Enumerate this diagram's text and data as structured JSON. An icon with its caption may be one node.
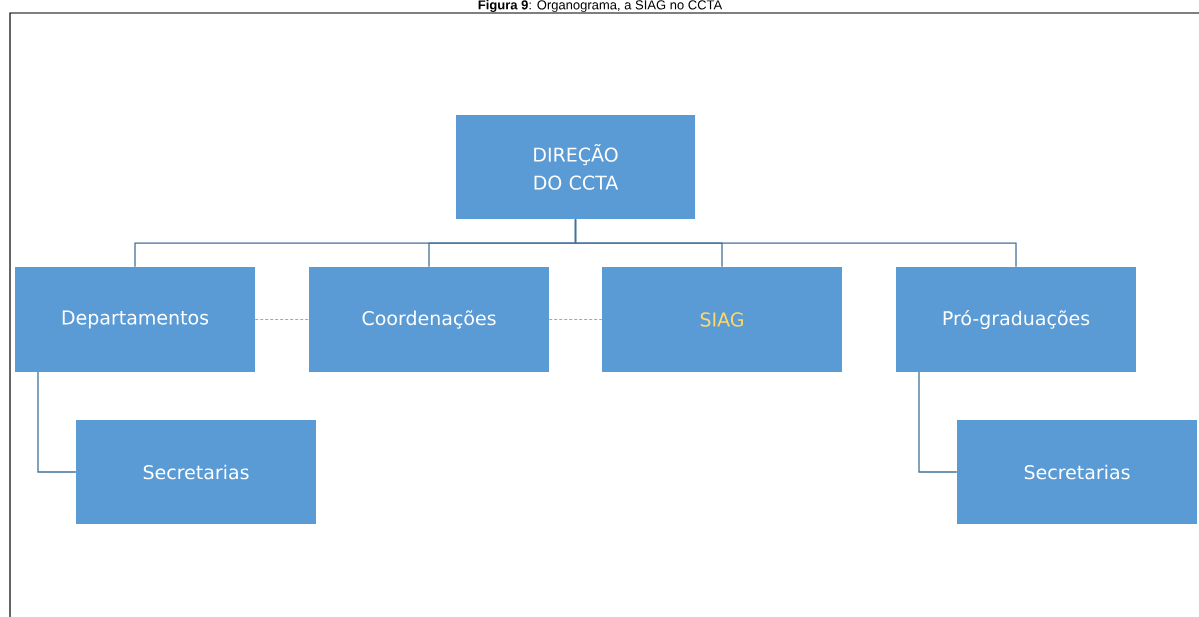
{
  "diagram": {
    "title": "**Figura 9**: Organograma, a SIAG no CCTA",
    "nodes": [
      {
        "text": [
          "DIREÇÃO DO CCTA"
        ]
      },
      {
        "text": [
          "Departamentos"
        ]
      },
      {
        "text": [
          "Coordenações"
        ]
      },
      {
        "text": [
          "SIAG"
        ]
      },
      {
        "text": [
          "Pró-graduações"
        ]
      },
      {
        "text": [
          "Secretarias"
        ]
      },
      {
        "text": [
          "Secretarias"
        ]
      }
    ],
    "edges": [
      {
        "from": 0,
        "to": 1,
        "arrow": "none"
      },
      {
        "from": 0,
        "to": 2,
        "arrow": "none"
      },
      {
        "from": 0,
        "to": 3,
        "arrow": "none"
      },
      {
        "from": 0,
        "to": 4,
        "arrow": "none"
      },
      {
        "from": 1,
        "to": 2,
        "arrow": "none",
        "style": "dashed",
        "color": "#5b9bd5"
      },
      {
        "from": 2,
        "to": 3,
        "arrow": "none",
        "style": "dashed",
        "color": "#5b9bd5"
      },
      {
        "from": 1,
        "to": 5,
        "arrow": "none"
      },
      {
        "from": 4,
        "to": 6,
        "arrow": "none"
      }
    ]
  }
}
